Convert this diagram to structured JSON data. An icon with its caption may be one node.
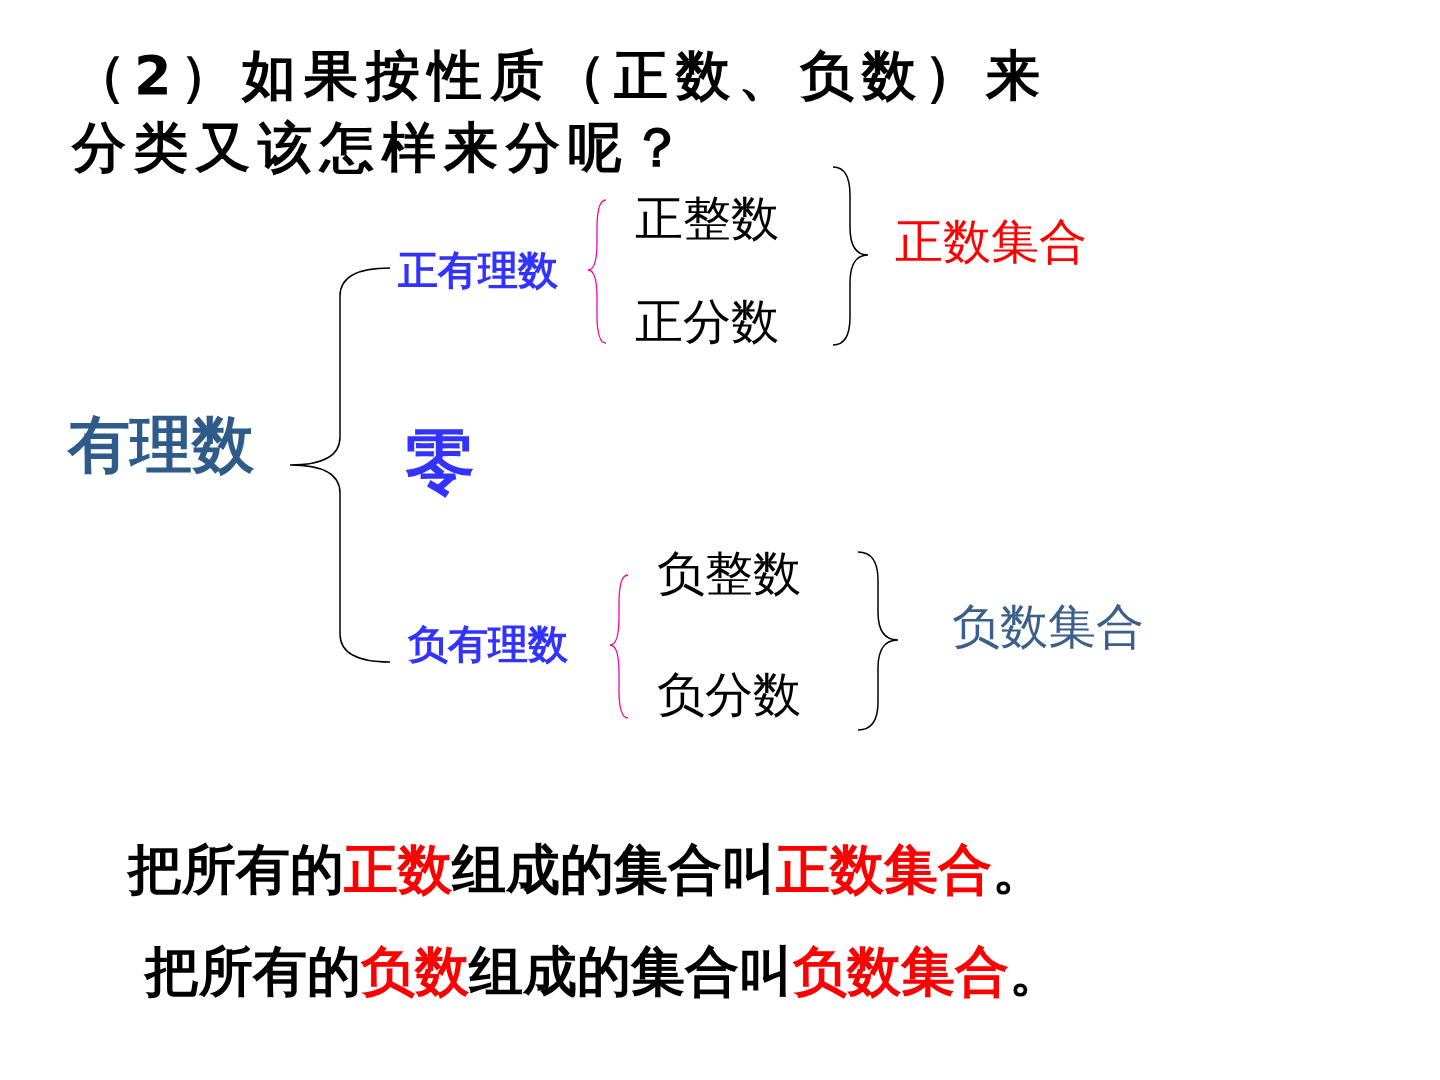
{
  "diagram": {
    "title": "（2）如果按性质（正数、负数）来分类又该怎样来分呢？",
    "labels": [
      "正整数",
      "正数集合",
      "正有理数",
      "正分数",
      "有理数",
      "零",
      "负整数",
      "负有理数",
      "负数集合",
      "负分数",
      "把所有的",
      "正数",
      "组成的集合叫",
      "正数集合",
      "。",
      "把所有的",
      "负数",
      "组成的集合叫",
      "负数集合",
      "。"
    ]
  }
}
